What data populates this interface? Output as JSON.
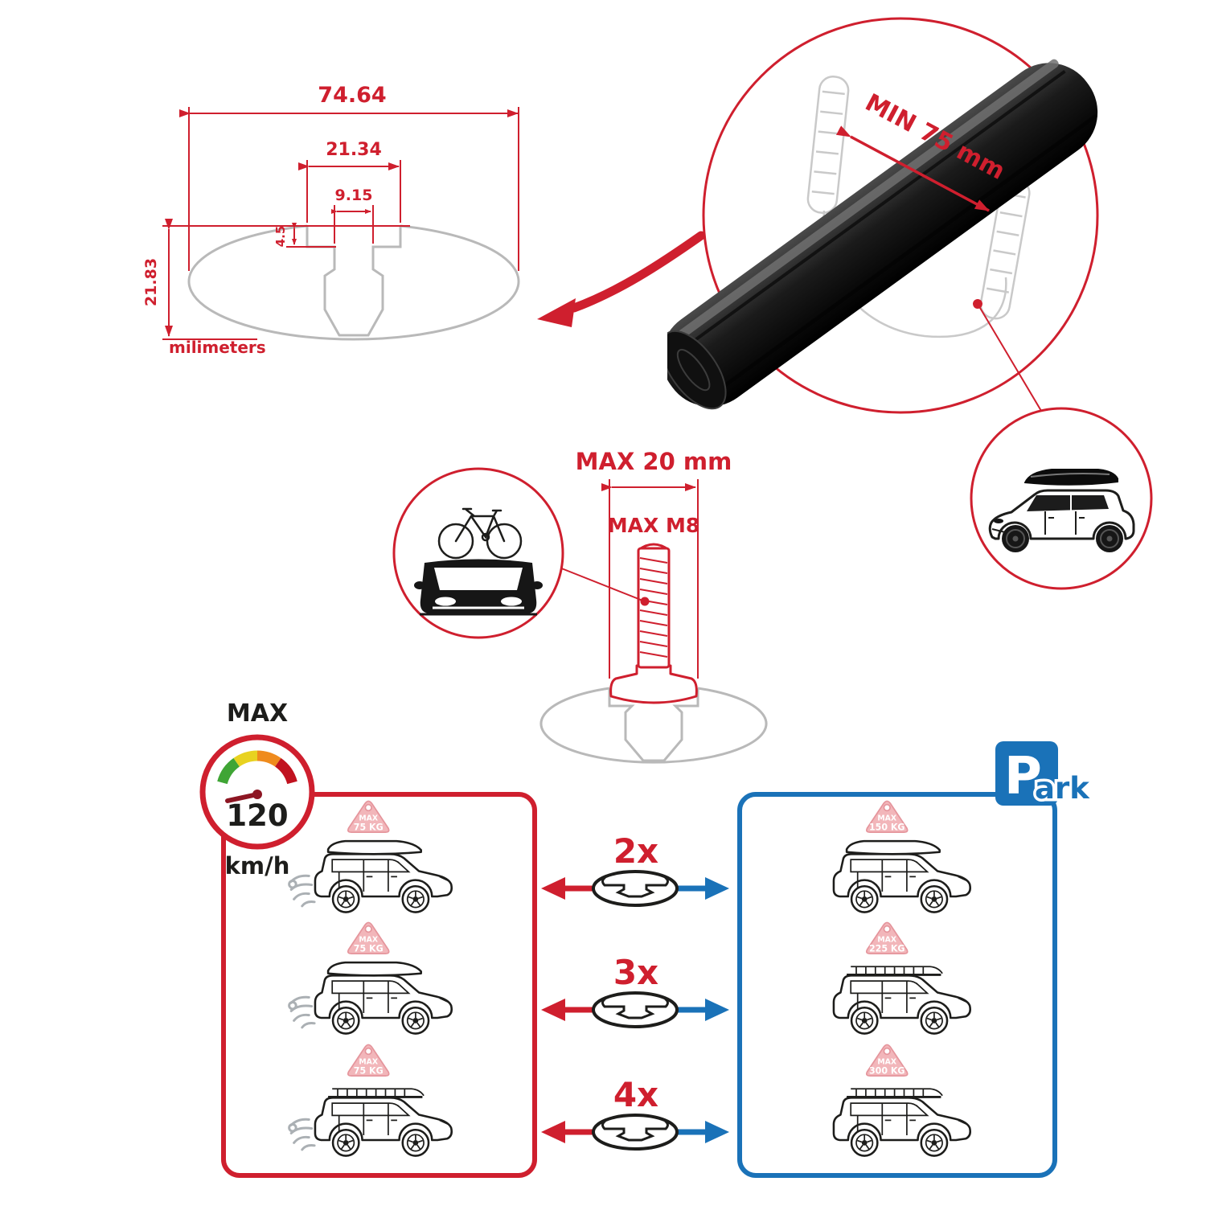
{
  "colors": {
    "red": "#cf1f2e",
    "blue": "#1a72b8",
    "ink": "#1d1d1b",
    "gray_profile": "#b9b9b9",
    "gray_sketch": "#c9c9c9",
    "pink_badge_fill": "#f2b6ba",
    "pink_badge_stroke": "#e5959c",
    "gauge_green": "#3fa535",
    "gauge_yellow": "#e8d220",
    "gauge_orange": "#ef8b1d",
    "gauge_red": "#c1121f",
    "needle": "#8d1623"
  },
  "cross_section": {
    "total_width": "74.64",
    "channel_outer_width": "21.34",
    "channel_inner_width": "9.15",
    "lip_depth": "4.5",
    "total_height": "21.83",
    "units_label": "milimeters"
  },
  "bar_detail": {
    "min_bar_length": "MIN 75 mm"
  },
  "bolt_detail": {
    "max_slot_width": "MAX 20 mm",
    "max_thread": "MAX M8"
  },
  "speed_limit": {
    "label": "MAX",
    "value": "120",
    "unit": "km/h"
  },
  "park_sign": {
    "letter": "P",
    "rest": "ark"
  },
  "comparison": {
    "rows": [
      {
        "multiplier": "2x",
        "driving": {
          "label": "MAX",
          "weight": "75 KG"
        },
        "parked": {
          "label": "MAX",
          "weight": "150 KG"
        }
      },
      {
        "multiplier": "3x",
        "driving": {
          "label": "MAX",
          "weight": "75 KG"
        },
        "parked": {
          "label": "MAX",
          "weight": "225 KG"
        }
      },
      {
        "multiplier": "4x",
        "driving": {
          "label": "MAX",
          "weight": "75 KG"
        },
        "parked": {
          "label": "MAX",
          "weight": "300 KG"
        }
      }
    ]
  }
}
